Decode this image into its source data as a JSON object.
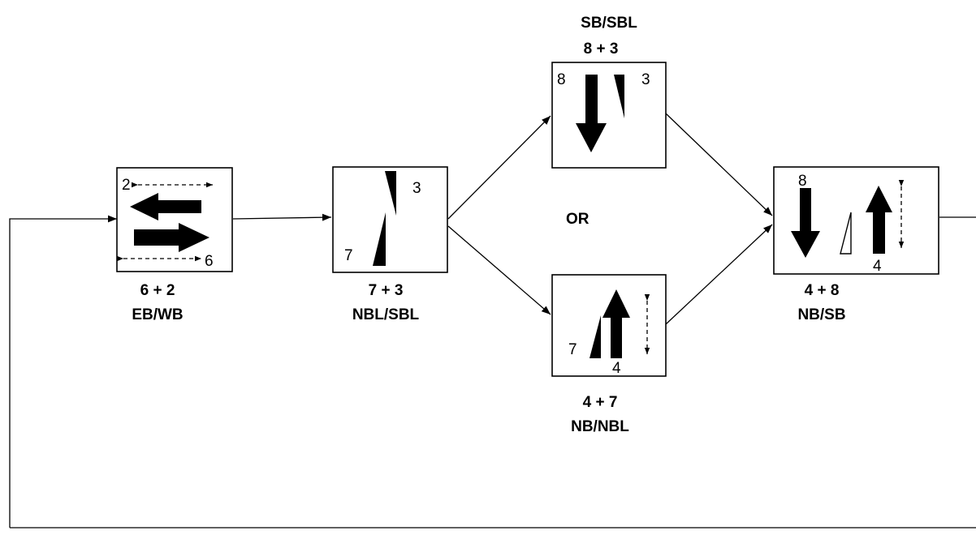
{
  "colors": {
    "line": "#000000",
    "box_border": "#000000",
    "arrow_fill": "#000000",
    "background": "#ffffff",
    "permissive_fill": "#ffffff"
  },
  "separator": "OR",
  "phases": [
    {
      "id": "eb-wb",
      "code": "6 + 2",
      "name": "EB/WB",
      "movements": [
        {
          "label": "2",
          "type": "through-westbound",
          "protected": true,
          "pedestrian": true
        },
        {
          "label": "6",
          "type": "through-eastbound",
          "protected": true,
          "pedestrian": true
        }
      ]
    },
    {
      "id": "nbl-sbl",
      "code": "7 + 3",
      "name": "NBL/SBL",
      "movements": [
        {
          "label": "7",
          "type": "left-turn-northbound",
          "protected": true
        },
        {
          "label": "3",
          "type": "left-turn-southbound",
          "protected": true
        }
      ]
    },
    {
      "id": "sb-sbl",
      "name": "SB/SBL",
      "code": "8 + 3",
      "movements": [
        {
          "label": "8",
          "type": "through-southbound",
          "protected": true
        },
        {
          "label": "3",
          "type": "left-turn-southbound",
          "protected": true
        }
      ]
    },
    {
      "id": "nb-nbl",
      "code": "4 + 7",
      "name": "NB/NBL",
      "movements": [
        {
          "label": "7",
          "type": "left-turn-northbound",
          "protected": true
        },
        {
          "label": "4",
          "type": "through-northbound",
          "protected": true,
          "pedestrian": true
        }
      ]
    },
    {
      "id": "nb-sb",
      "code": "4 + 8",
      "name": "NB/SB",
      "movements": [
        {
          "label": "8",
          "type": "through-southbound",
          "protected": true
        },
        {
          "label": "",
          "type": "left-turn-northbound",
          "protected": false
        },
        {
          "label": "4",
          "type": "through-northbound",
          "protected": true,
          "pedestrian": true
        }
      ]
    }
  ]
}
